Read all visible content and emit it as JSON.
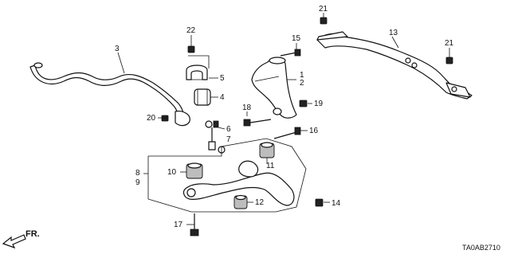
{
  "callouts": {
    "c1": "1",
    "c2": "2",
    "c3": "3",
    "c4": "4",
    "c5": "5",
    "c6": "6",
    "c7": "7",
    "c8": "8",
    "c9": "9",
    "c10": "10",
    "c11": "11",
    "c12": "12",
    "c13": "13",
    "c14": "14",
    "c15": "15",
    "c16": "16",
    "c17": "17",
    "c18": "18",
    "c19": "19",
    "c20": "20",
    "c21a": "21",
    "c21b": "21",
    "c22": "22"
  },
  "direction_label": "FR.",
  "diagram_code": "TA0AB2710"
}
